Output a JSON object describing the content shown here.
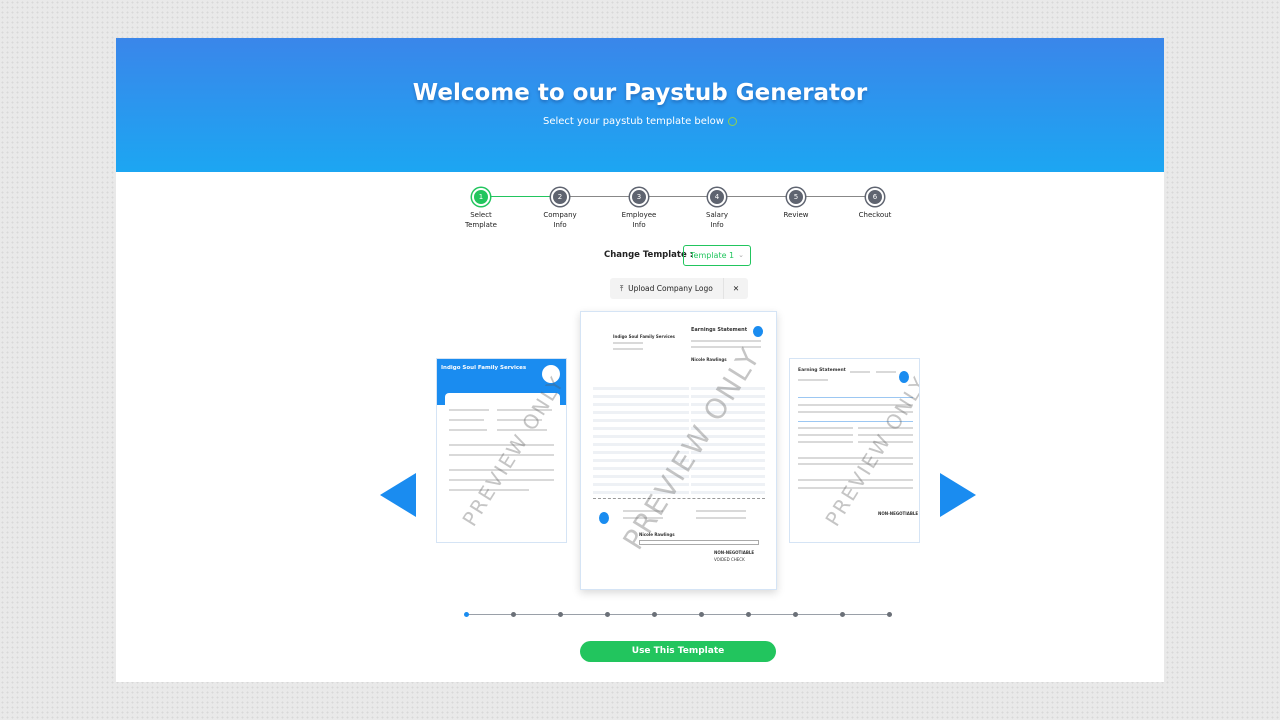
{
  "header": {
    "title": "Welcome to our Paystub Generator",
    "subtitle": "Select your paystub template below"
  },
  "steps": [
    {
      "num": "1",
      "label": "Select Template",
      "active": true
    },
    {
      "num": "2",
      "label": "Company Info"
    },
    {
      "num": "3",
      "label": "Employee Info"
    },
    {
      "num": "4",
      "label": "Salary Info"
    },
    {
      "num": "5",
      "label": "Review"
    },
    {
      "num": "6",
      "label": "Checkout"
    }
  ],
  "template_select": {
    "label": "Change Template :",
    "value": "Template 1"
  },
  "upload": {
    "label": "Upload Company Logo",
    "clear": "✕"
  },
  "previews": {
    "left": {
      "company": "Indigo Soul Family Services",
      "watermark": "PREVIEW ONLY"
    },
    "center": {
      "title": "Earnings Statement",
      "company": "Indigo Soul Family Services",
      "employee": "Nicole Rawlings",
      "non_negotiable": "NON-NEGOTIABLE",
      "voided": "VOIDED CHECK",
      "watermark": "PREVIEW ONLY"
    },
    "right": {
      "title": "Earning Statement",
      "non_negotiable": "NON-NEGOTIABLE",
      "watermark": "PREVIEW ONLY"
    }
  },
  "carousel": {
    "pages": 10,
    "current": 1
  },
  "use_button": "Use This Template",
  "colors": {
    "accent": "#22c55e",
    "header_top": "#3a86ea",
    "header_bottom": "#1ca6f2",
    "arrow": "#1a8cf0"
  }
}
